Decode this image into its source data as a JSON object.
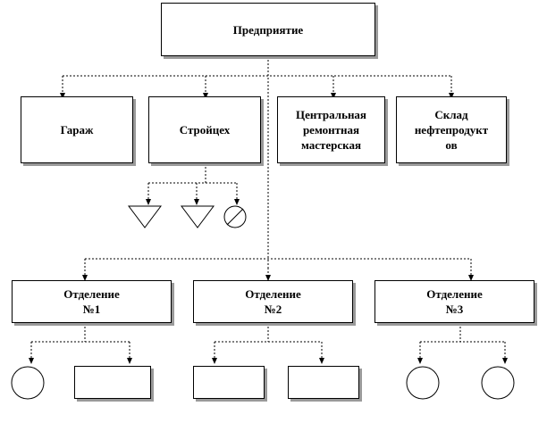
{
  "root": {
    "label": "Предприятие"
  },
  "units": [
    {
      "label": "Гараж"
    },
    {
      "label": "Стройцех"
    },
    {
      "label": "Центральная\nремонтная\nмастерская"
    },
    {
      "label": "Склад\nнефтепродукт\nов"
    }
  ],
  "departments": [
    {
      "label": "Отделение\n№1"
    },
    {
      "label": "Отделение\n№2"
    },
    {
      "label": "Отделение\n№3"
    }
  ],
  "colors": {
    "line": "#000000",
    "shadow": "#9a9a9a",
    "background": "#ffffff"
  }
}
